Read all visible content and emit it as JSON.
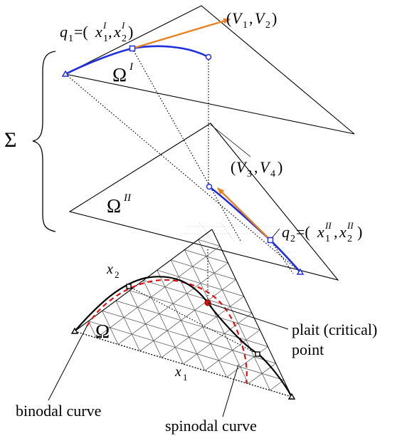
{
  "labels": {
    "sigma": "Σ",
    "omega_I": "Ω",
    "omega_I_sup": "I",
    "omega_II": "Ω",
    "omega_II_sup": "II",
    "omega": "Ω",
    "q1_lhs": "q",
    "q1_sub": "1",
    "q1_x": "x",
    "q1_x1_sup": "I",
    "q1_x1_sub": "1",
    "q1_x2_sup": "I",
    "q1_x2_sub": "2",
    "q2_lhs": "q",
    "q2_sub": "2",
    "q2_x": "x",
    "q2_x1_sup": "II",
    "q2_x1_sub": "1",
    "q2_x2_sup": "II",
    "q2_x2_sub": "2",
    "v12_v": "V",
    "v12_sub1": "1",
    "v12_sub2": "2",
    "v34_v": "V",
    "v34_sub1": "3",
    "v34_sub2": "4",
    "x1": "x",
    "x1_sub": "1",
    "x2": "x",
    "x2_sub": "2",
    "plait_line1": "plait (critical)",
    "plait_line2": "point",
    "binodal": "binodal curve",
    "spinodal": "spinodal curve"
  },
  "colors": {
    "blue": "#1f2fe0",
    "orange": "#e8821e",
    "red": "#e01010",
    "black": "#000000",
    "grid": "#555555"
  }
}
